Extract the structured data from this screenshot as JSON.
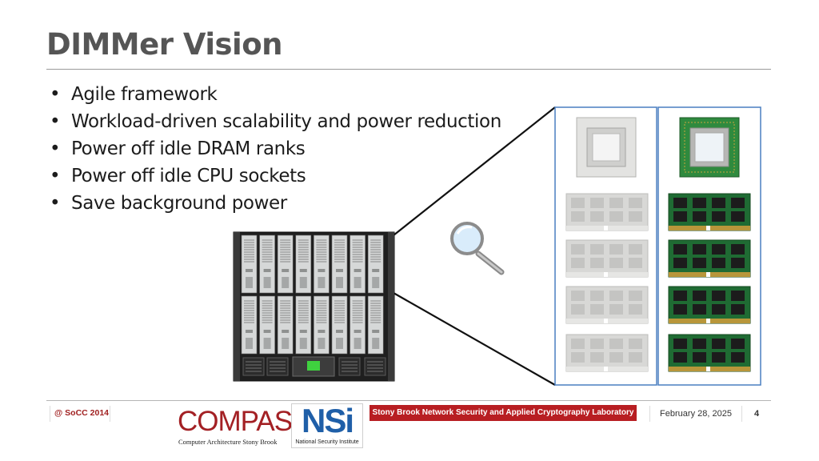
{
  "slide": {
    "title": "DIMMer Vision",
    "bullets": [
      "Agile framework",
      "Workload-driven scalability and power reduction",
      "Power off idle DRAM ranks",
      "Power off idle CPU sockets",
      "Save background power"
    ],
    "bullet_glyph": "•"
  },
  "illustration": {
    "icons": [
      "blade-server-icon",
      "magnifier-icon",
      "cpu-chip-icon",
      "dram-module-icon"
    ],
    "powered_off_color": "#d8d8d6",
    "powered_on_color": "#1f6b33",
    "panel_border_color": "#4a7fc1"
  },
  "footer": {
    "left": "@ SoCC 2014",
    "center": "Stony Brook Network Security and Applied Cryptography Laboratory",
    "date": "February 28, 2025",
    "page": "4",
    "center_color": "#b81e22"
  },
  "logos": {
    "compas": {
      "word": "COMPAS",
      "subtitle": "Computer Architecture Stony Brook",
      "color": "#a32024"
    },
    "nsi": {
      "word": "NSi",
      "subtitle": "National Security Institute",
      "color": "#1f5fa8"
    }
  }
}
